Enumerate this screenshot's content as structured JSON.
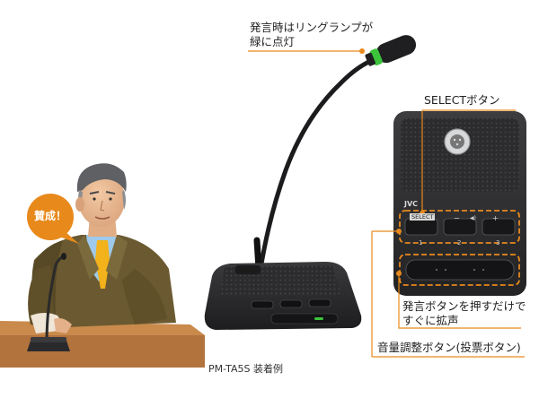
{
  "callouts": {
    "ring_lamp": {
      "line1": "発言時はリングランプが",
      "line2": "緑に点灯"
    },
    "select_button": "SELECTボタン",
    "speak_button": {
      "line1": "発言ボタンを押すだけで",
      "line2": "すぐに拡声"
    },
    "volume_button": "音量調整ボタン(投票ボタン)"
  },
  "caption": "PM-TA5S 装着例",
  "speech_bubble": "賛成！",
  "device_panel": {
    "brand": "JVC",
    "select_label": "SELECT",
    "key_numbers": [
      "1",
      "2",
      "3"
    ],
    "minus": "−",
    "plus": "+",
    "volume_glyph": "◀)"
  },
  "colors": {
    "accent_orange": "#e8891c",
    "ring_green": "#3cc43c",
    "device_dark": "#2b2b2d",
    "bubble_orange": "#e8891c"
  }
}
